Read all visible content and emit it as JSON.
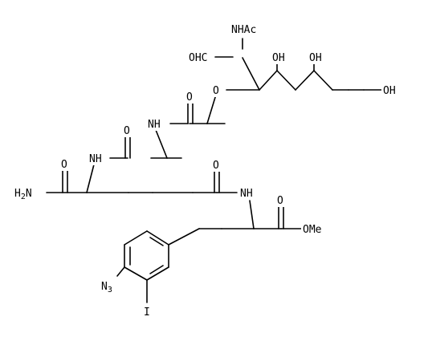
{
  "diagram": {
    "type": "skeletal-structural-formula",
    "colors": {
      "bond": "#000000",
      "label": "#000000",
      "background": "#ffffff"
    },
    "atom_labels": {
      "nhac": "NHAc",
      "ohc": "OHC",
      "oh_1": "OH",
      "oh_2": "OH",
      "oh_3": "OH",
      "o_ether": "O",
      "o_upper_amide": "O",
      "nh_upper": "NH",
      "o_middle_amide": "O",
      "nh_middle": "NH",
      "h2n": "H2N",
      "o_primary_amide": "O",
      "o_gamma_amide": "O",
      "nh_lower": "NH",
      "o_ester": "O",
      "ome": "OMe",
      "n3": "N3",
      "iodo": "I"
    }
  }
}
